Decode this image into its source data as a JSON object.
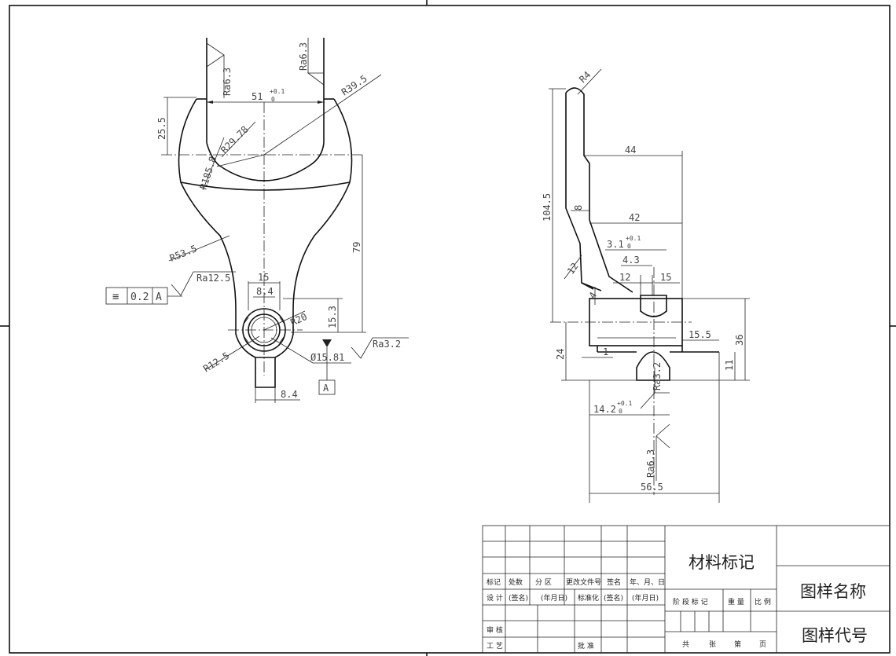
{
  "front_view": {
    "dims": {
      "top_width": "51",
      "top_width_tol_upper": "+0.1",
      "top_width_tol_lower": "0",
      "height_top": "25.5",
      "height_total": "79",
      "r_outer": "R39.5",
      "r_mid": "R29.78",
      "r_185": "R185.8",
      "r_53": "R53.5",
      "r_12": "R12.5",
      "hub_width": "15",
      "hub_inner": "8.4",
      "hub_height": "15.3",
      "angle_r": "R20",
      "bore_dia": "Ø15.81",
      "tab_width": "8.4"
    },
    "roughness": {
      "left_top": "Ra6.3",
      "right_top": "Ra6.3",
      "hub": "Ra12.5",
      "bore": "Ra3.2"
    },
    "tolerance_frame": {
      "symbol": "≡",
      "value": "0.2",
      "datum": "A"
    },
    "datum_label": "A"
  },
  "side_view": {
    "dims": {
      "r_tip": "R4",
      "height_total": "104.5",
      "w_44": "44",
      "w_8": "8",
      "w_42": "42",
      "w_31": "3.1",
      "w_31_tol_upper": "+0.1",
      "w_31_tol_lower": "0",
      "w_43": "4.3",
      "w_12a": "12",
      "w_12b": "12",
      "w_15": "15",
      "h_4": "4",
      "w_155": "15.5",
      "h_36": "36",
      "h_24": "24",
      "w_1": "1",
      "h_11": "11",
      "w_142": "14.2",
      "w_142_tol_upper": "+0.1",
      "w_142_tol_lower": "0",
      "w_565": "56.5"
    },
    "roughness": {
      "slot": "Ra3.2",
      "bottom": "Ra6.3"
    }
  },
  "title_block": {
    "material": "材料标记",
    "drawing_name": "图样名称",
    "drawing_code": "图样代号",
    "rev_headers": [
      "标记",
      "处数",
      "分 区",
      "更改文件号",
      "签名",
      "年、月、日"
    ],
    "row_design": [
      "设 计",
      "(签名)",
      "(年月日)",
      "标准化",
      "(签名)",
      "(年月日)"
    ],
    "review": "审 核",
    "process": "工 艺",
    "approve": "批 准",
    "stage_labels": [
      "阶 段 标 记",
      "重 量",
      "比 例"
    ],
    "sheet_labels": [
      "共",
      "张",
      "第",
      "页"
    ]
  }
}
